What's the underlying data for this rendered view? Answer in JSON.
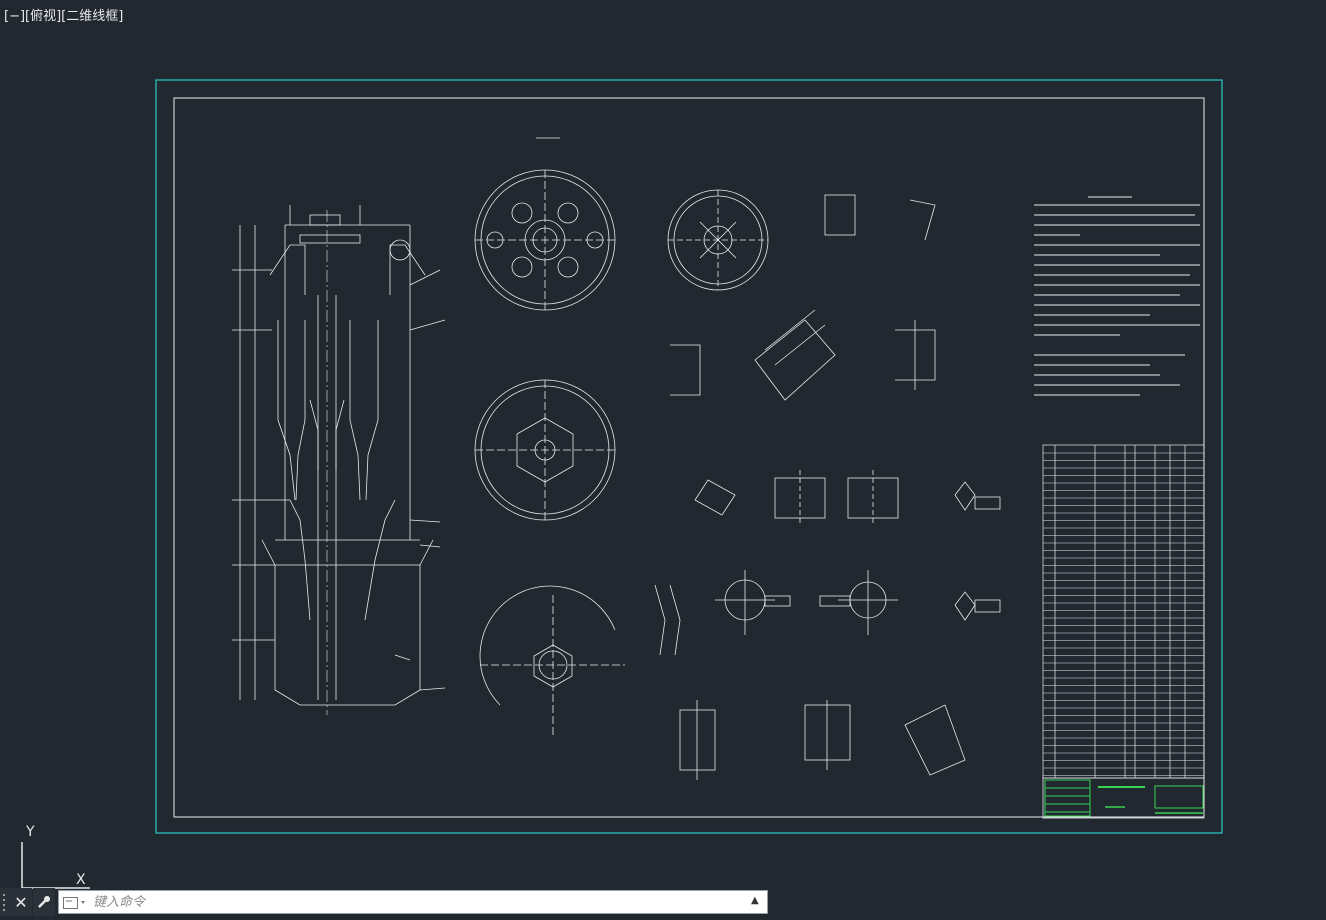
{
  "viewport": {
    "label": "[−][俯视][二维线框]"
  },
  "colors": {
    "background": "#212830",
    "drawing_lines": "#e9ecef",
    "sheet_frame": "#2bc7c4",
    "title_green": "#39d353"
  },
  "command_line": {
    "placeholder": "键入命令",
    "close_icon": "close-icon",
    "customize_icon": "wrench-icon",
    "prompt_icon": "command-prompt-icon",
    "history_icon": "chevron-up-icon"
  },
  "ucs": {
    "y_label": "Y",
    "x_label": "X"
  }
}
